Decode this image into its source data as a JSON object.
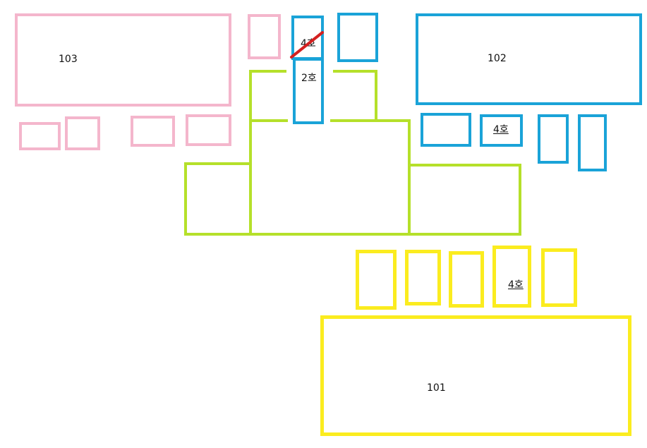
{
  "colors": {
    "pink": "#f4b6cc",
    "blue": "#1aa3d8",
    "green": "#b5e02a",
    "yellow": "#fbec1f",
    "red_strike": "#d42020"
  },
  "labels": {
    "bldg_103": "103",
    "bldg_102": "102",
    "bldg_101": "101",
    "unit_4ho_top": "4호",
    "unit_2ho": "2호",
    "unit_4ho_blue": "4호",
    "unit_4ho_yellow": "4호"
  },
  "annotations": {
    "crossed_out": "4호"
  }
}
